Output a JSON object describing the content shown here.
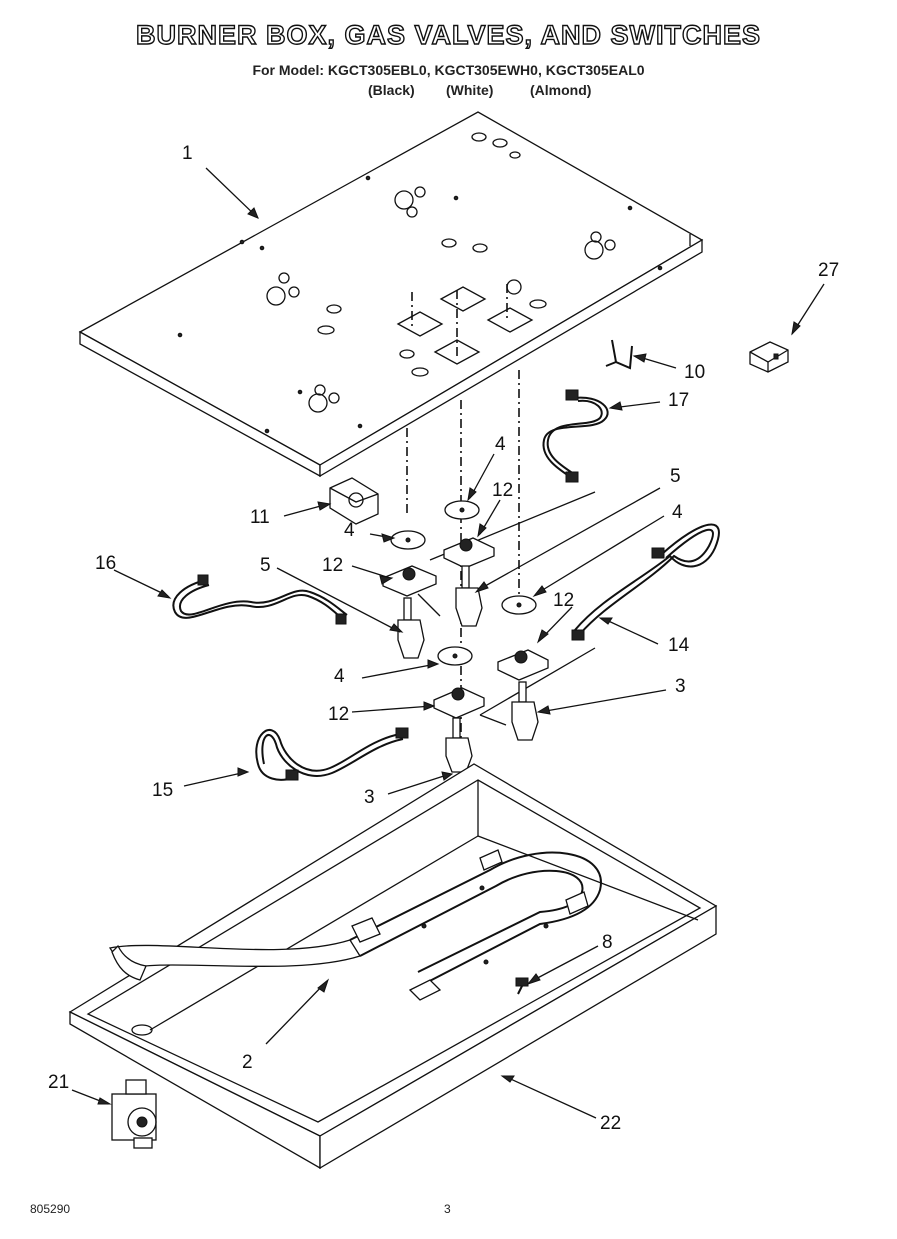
{
  "header": {
    "title": "BURNER BOX, GAS VALVES, AND SWITCHES",
    "subtitle": "For Model: KGCT305EBL0, KGCT305EWH0, KGCT305EAL0",
    "color_black": "(Black)",
    "color_white": "(White)",
    "color_almond": "(Almond)"
  },
  "callouts": {
    "c1": "1",
    "c27": "27",
    "c10": "10",
    "c17": "17",
    "c4a": "4",
    "c12a": "12",
    "c5a": "5",
    "c11": "11",
    "c4b": "4",
    "c4c": "4",
    "c16": "16",
    "c5b": "5",
    "c12b": "12",
    "c12c": "12",
    "c14": "14",
    "c4d": "4",
    "c3a": "3",
    "c12d": "12",
    "c15": "15",
    "c3b": "3",
    "c8": "8",
    "c2": "2",
    "c21": "21",
    "c22": "22"
  },
  "footer": {
    "doc_number": "805290",
    "page_number": "3"
  }
}
